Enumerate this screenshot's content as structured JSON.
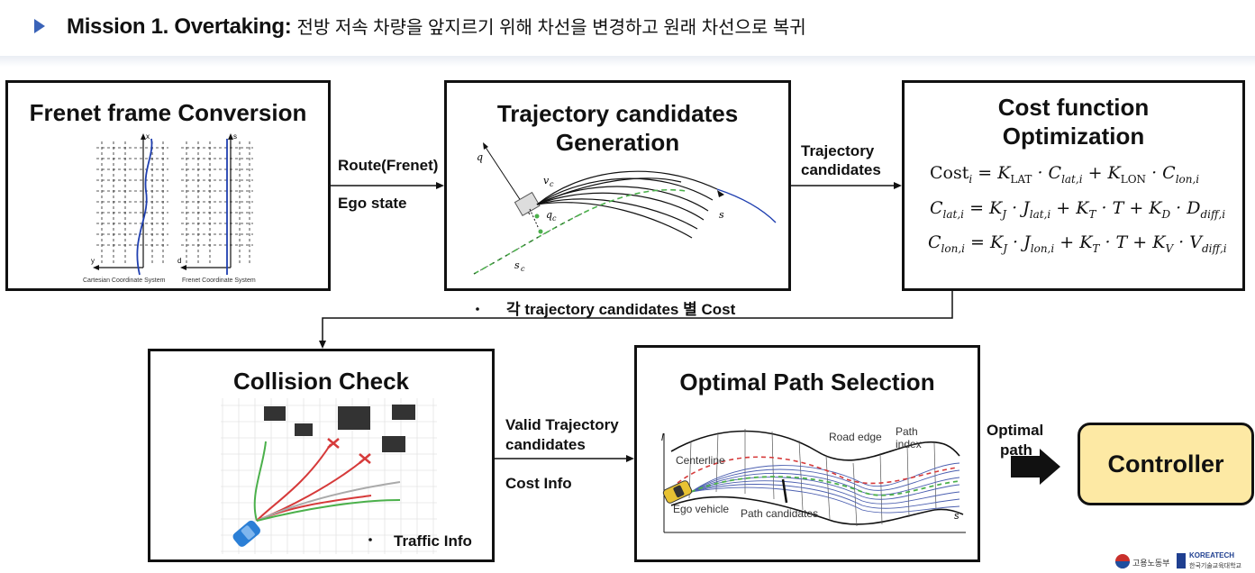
{
  "header": {
    "mission": "Mission 1. Overtaking:",
    "subtitle": "전방 저속 차량을 앞지르기 위해 차선을 변경하고 원래 차선으로 복귀"
  },
  "boxes": {
    "frenet": {
      "title": "Frenet frame Conversion",
      "caption_left": "Cartesian Coordinate System",
      "caption_right": "Frenet Coordinate System",
      "axis_x": "x",
      "axis_y": "y",
      "axis_s": "s",
      "axis_d": "d"
    },
    "trajectory": {
      "title_line1": "Trajectory candidates",
      "title_line2": "Generation",
      "label_q": "q",
      "label_vc": "v",
      "label_vc_sub": "c",
      "label_qc": "q",
      "label_qc_sub": "c",
      "label_s": "s",
      "label_sc": "s",
      "label_sc_sub": "c"
    },
    "cost": {
      "title_line1": "Cost function",
      "title_line2": "Optimization"
    },
    "collision": {
      "title": "Collision Check",
      "traffic": "Traffic Info"
    },
    "optimal": {
      "title": "Optimal Path Selection",
      "road_edge": "Road edge",
      "path_index_1": "Path",
      "path_index_2": "index",
      "centerline": "Centerline",
      "ego_vehicle": "Ego vehicle",
      "path_candidates": "Path candidates",
      "axis_l": "l",
      "axis_s": "s"
    }
  },
  "arrows": {
    "route": "Route(Frenet)",
    "ego_state": "Ego state",
    "traj_cand_1": "Trajectory",
    "traj_cand_2": "candidates",
    "cost_per": "각 trajectory candidates 별 Cost",
    "valid_1": "Valid Trajectory",
    "valid_2": "candidates",
    "cost_info": "Cost Info",
    "optimal_1": "Optimal",
    "optimal_2": "path"
  },
  "controller": "Controller",
  "footer": {
    "ministry": "고용노동부",
    "koreatech": "KOREATECH",
    "koreatech_sub": "한국기술교육대학교"
  },
  "colors": {
    "accent": "#3a63b8",
    "controller_fill": "#fde9a4",
    "red": "#d63a3a",
    "green": "#4bb04b"
  }
}
